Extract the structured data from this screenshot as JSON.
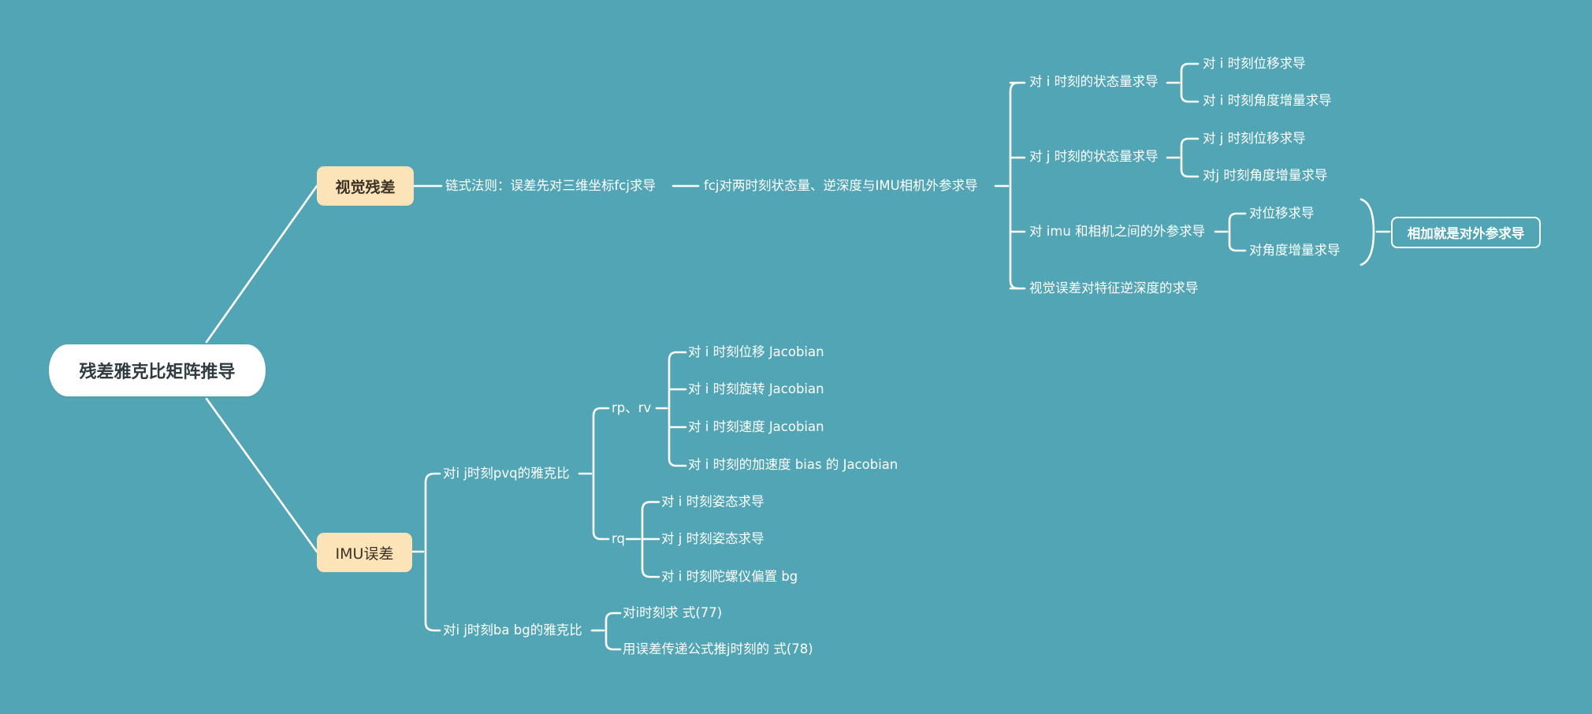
{
  "root": "残差雅克比矩阵推导",
  "visual": {
    "label": "视觉残差",
    "chain": "链式法则：误差先对三维坐标fcj求导",
    "fcj": "fcj对两时刻状态量、逆深度与IMU相机外参求导",
    "branches": [
      {
        "label": "对 i 时刻的状态量求导",
        "children": [
          "对 i 时刻位移求导",
          "对 i 时刻角度增量求导"
        ]
      },
      {
        "label": "对 j 时刻的状态量求导",
        "children": [
          "对 j 时刻位移求导",
          "对j 时刻角度增量求导"
        ]
      },
      {
        "label": "对 imu 和相机之间的外参求导",
        "children": [
          "对位移求导",
          "对角度增量求导"
        ]
      },
      {
        "label": "视觉误差对特征逆深度的求导",
        "children": []
      }
    ],
    "summary": "相加就是对外参求导"
  },
  "imu": {
    "label": "IMU误差",
    "pvq": {
      "label": "对i j时刻pvq的雅克比",
      "rp_rv": {
        "label": "rp、rv",
        "children": [
          "对 i 时刻位移 Jacobian",
          "对 i 时刻旋转 Jacobian",
          "对 i 时刻速度 Jacobian",
          "对 i 时刻的加速度 bias 的 Jacobian"
        ]
      },
      "rq": {
        "label": "rq",
        "children": [
          "对 i 时刻姿态求导",
          "对 j 时刻姿态求导",
          "对 i 时刻陀螺仪偏置 bg"
        ]
      }
    },
    "babg": {
      "label": "对i j时刻ba bg的雅克比",
      "children": [
        "对i时刻求 式(77)",
        "用误差传递公式推j时刻的 式(78)"
      ]
    }
  }
}
